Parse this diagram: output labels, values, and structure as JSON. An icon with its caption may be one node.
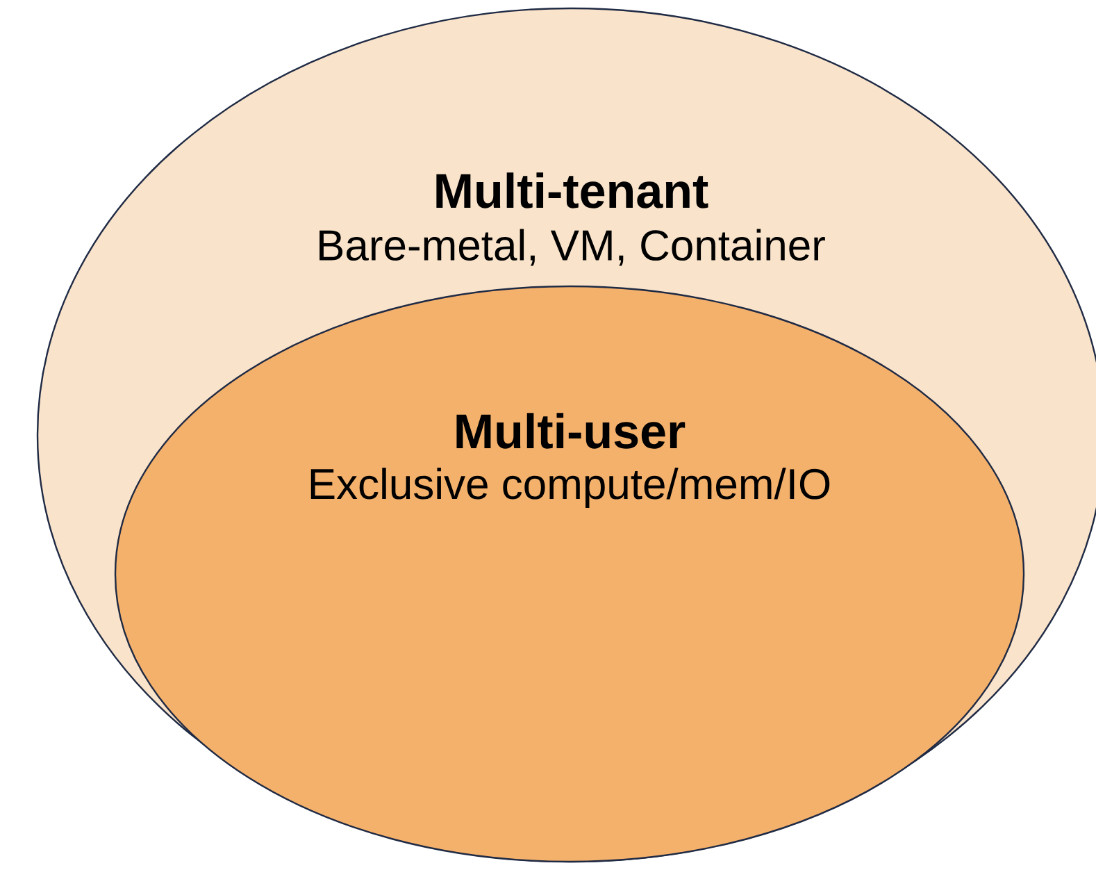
{
  "diagram": {
    "nodes": [
      {
        "text": [
          "Multi-tenant",
          "Bare-metal, VM, Container"
        ]
      },
      {
        "text": [
          "Multi-user",
          "Exclusive compute/mem/IO"
        ],
        "in": 0
      }
    ]
  }
}
